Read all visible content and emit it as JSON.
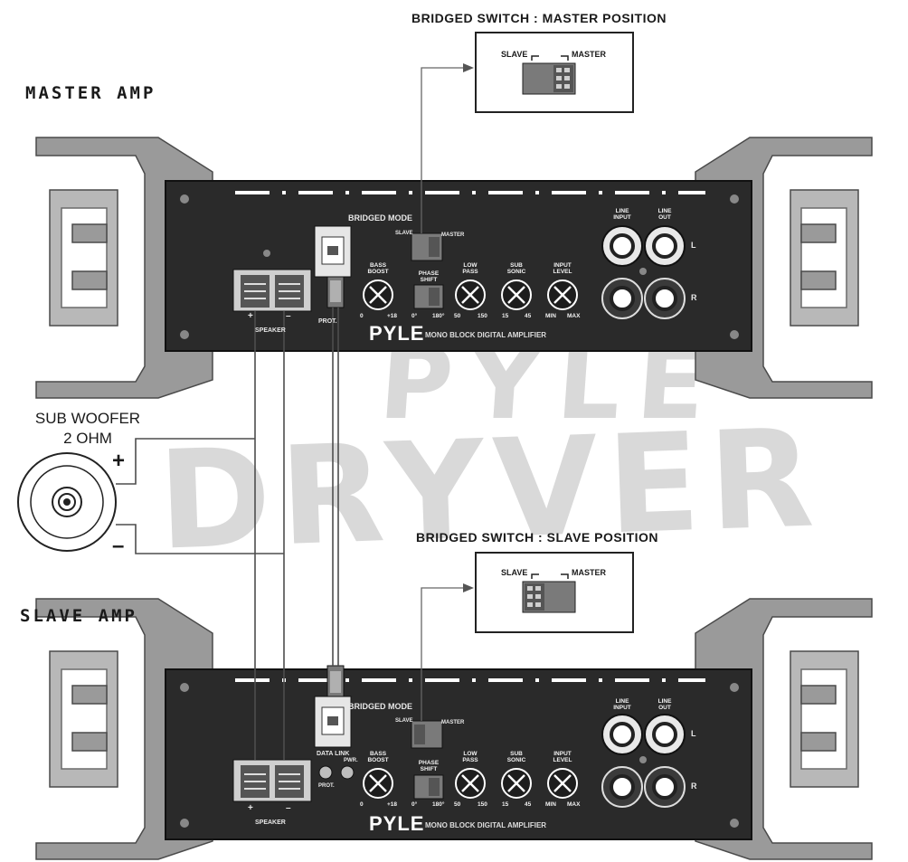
{
  "watermark": {
    "top": "PYLE",
    "bottom": "DRYVER"
  },
  "labels": {
    "master_amp": "MASTER AMP",
    "slave_amp": "SLAVE AMP",
    "subwoofer_line1": "SUB WOOFER",
    "subwoofer_line2": "2 OHM",
    "plus": "+",
    "minus": "–"
  },
  "callouts": {
    "master": {
      "title": "BRIDGED SWITCH : MASTER POSITION",
      "slave": "SLAVE",
      "master": "MASTER"
    },
    "slave": {
      "title": "BRIDGED SWITCH : SLAVE POSITION",
      "slave": "SLAVE",
      "master": "MASTER"
    }
  },
  "amp_top": {
    "bridged_mode": "BRIDGED MODE",
    "switch_slave": "SLAVE",
    "switch_master": "MASTER",
    "speaker": "SPEAKER",
    "plus": "+",
    "minus": "–",
    "prot": "PROT.",
    "bass_boost": [
      "BASS",
      "BOOST"
    ],
    "bass_range": [
      "0",
      "+18"
    ],
    "phase_shift": [
      "PHASE",
      "SHIFT"
    ],
    "phase_range": [
      "0°",
      "180°"
    ],
    "low_pass": [
      "LOW",
      "PASS"
    ],
    "low_range": [
      "50",
      "150"
    ],
    "sub_sonic": [
      "SUB",
      "SONIC"
    ],
    "sub_range": [
      "15",
      "45"
    ],
    "input_level": [
      "INPUT",
      "LEVEL"
    ],
    "input_range": [
      "MIN",
      "MAX"
    ],
    "line_input": [
      "LINE",
      "INPUT"
    ],
    "line_out": [
      "LINE",
      "OUT"
    ],
    "ch_l": "L",
    "ch_r": "R",
    "brand": "PYLE",
    "subtitle": "MONO BLOCK DIGITAL AMPLIFIER"
  },
  "amp_bottom": {
    "bridged_mode": "BRIDGED MODE",
    "switch_slave": "SLAVE",
    "switch_master": "MASTER",
    "speaker": "SPEAKER",
    "plus": "+",
    "minus": "–",
    "data_link": "DATA LINK",
    "pwr": "PWR.",
    "prot": "PROT.",
    "bass_boost": [
      "BASS",
      "BOOST"
    ],
    "bass_range": [
      "0",
      "+18"
    ],
    "phase_shift": [
      "PHASE",
      "SHIFT"
    ],
    "phase_range": [
      "0°",
      "180°"
    ],
    "low_pass": [
      "LOW",
      "PASS"
    ],
    "low_range": [
      "50",
      "150"
    ],
    "sub_sonic": [
      "SUB",
      "SONIC"
    ],
    "sub_range": [
      "15",
      "45"
    ],
    "input_level": [
      "INPUT",
      "LEVEL"
    ],
    "input_range": [
      "MIN",
      "MAX"
    ],
    "line_input": [
      "LINE",
      "INPUT"
    ],
    "line_out": [
      "LINE",
      "OUT"
    ],
    "ch_l": "L",
    "ch_r": "R",
    "brand": "PYLE",
    "subtitle": "MONO BLOCK DIGITAL AMPLIFIER"
  },
  "colors": {
    "panel": "#2a2a2a",
    "heatsink": "#9a9a9a",
    "heatsink_light": "#b8b8b8",
    "switch_fill": "#7a7a7a",
    "wire": "#4d4d4d",
    "watermark": "#d9d9d9"
  }
}
